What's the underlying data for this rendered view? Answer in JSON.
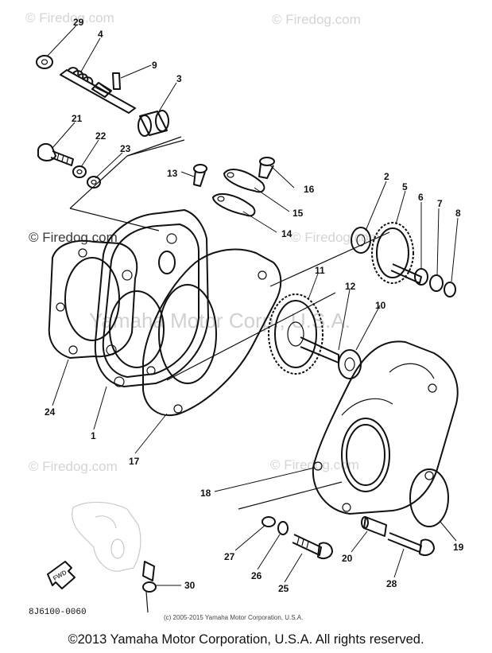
{
  "watermarks": {
    "top_left": "© Firedog.com",
    "top_right": "© Firedog.com",
    "mid_left": "© Firedog.com",
    "mid_right": "© Firedog.com",
    "low_left": "© Firedog.com",
    "low_right": "© Firedog.com",
    "center": "Yamaha Motor Corp., U.S.A."
  },
  "callouts": [
    "29",
    "4",
    "9",
    "3",
    "21",
    "22",
    "23",
    "13",
    "16",
    "15",
    "14",
    "2",
    "5",
    "6",
    "7",
    "8",
    "11",
    "12",
    "10",
    "24",
    "1",
    "17",
    "18",
    "27",
    "26",
    "25",
    "20",
    "28",
    "19",
    "30"
  ],
  "diagram_code": "8J6100-0060",
  "inner_copyright": "(c) 2005-2015 Yamaha Motor Corporation, U.S.A.",
  "fwd_label": "FWD",
  "footer": "©2013 Yamaha Motor Corporation, U.S.A. All rights reserved.",
  "colors": {
    "line": "#111111",
    "watermark": "#d4d4d4",
    "background": "#ffffff"
  }
}
